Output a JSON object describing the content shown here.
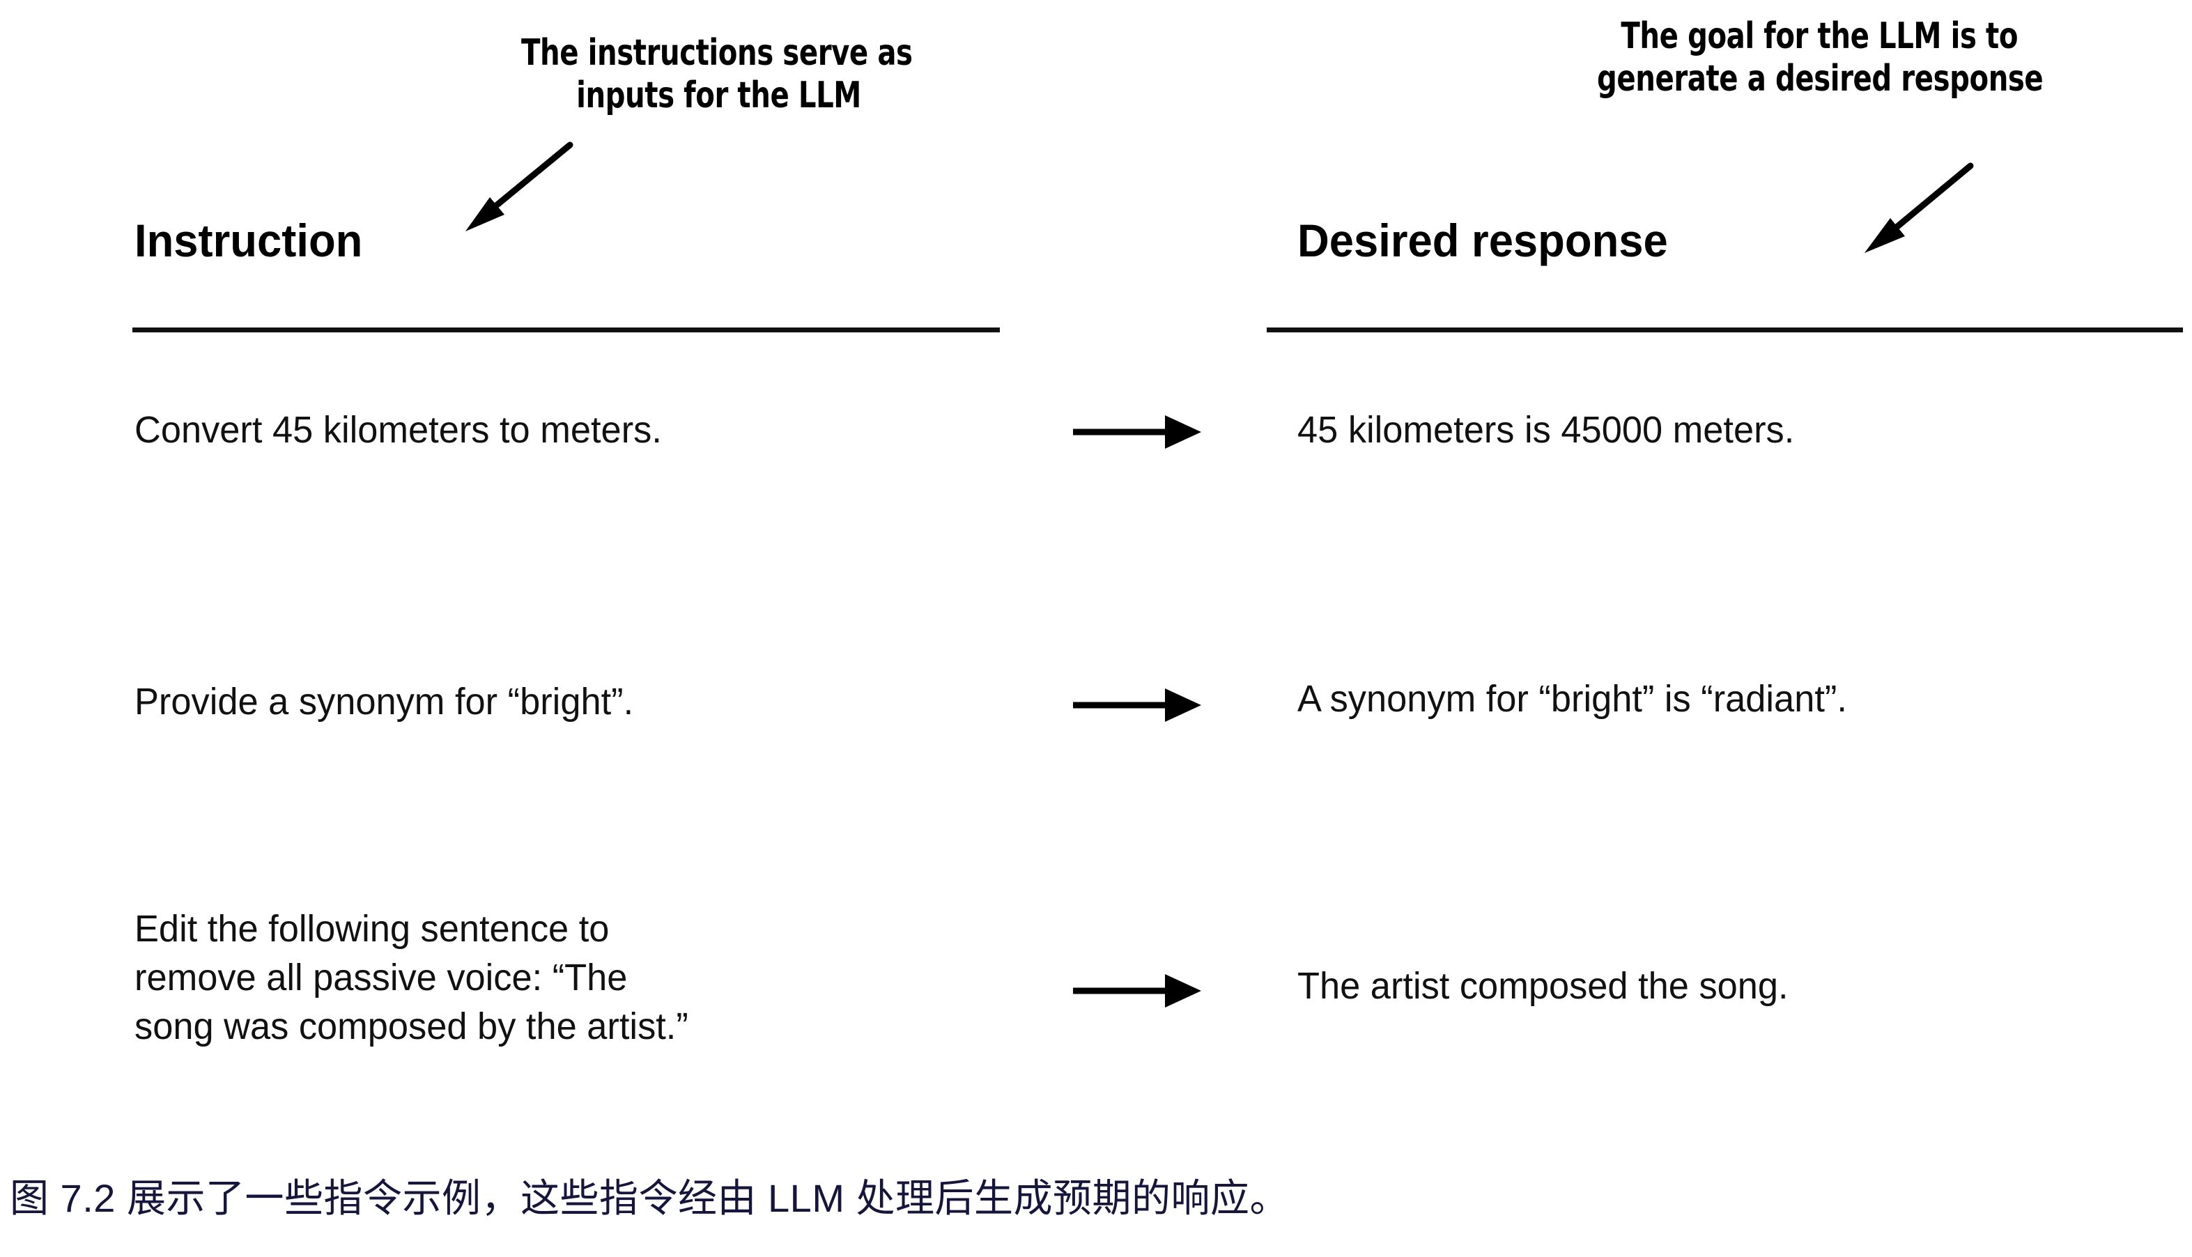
{
  "figure": {
    "columns": {
      "left_heading": "Instruction",
      "right_heading": "Desired response"
    },
    "annotations": {
      "left": {
        "line1": "The instructions serve as",
        "line2": "inputs for the LLM",
        "arrow": "annotation-arrow-left"
      },
      "right": {
        "line1": "The goal for the LLM is to",
        "line2": "generate a desired response",
        "arrow": "annotation-arrow-right"
      }
    },
    "rows": [
      {
        "instruction_lines": [
          "Convert 45 kilometers to meters."
        ],
        "response_lines": [
          "45 kilometers is 45000 meters."
        ],
        "connector": "right-arrow"
      },
      {
        "instruction_lines": [
          "Provide a synonym for “bright”."
        ],
        "response_lines": [
          "A synonym for “bright” is “radiant”."
        ],
        "connector": "right-arrow"
      },
      {
        "instruction_lines": [
          "Edit the following sentence to",
          "remove all passive voice: “The",
          "song was composed by the artist.”"
        ],
        "response_lines": [
          "The artist composed the song."
        ],
        "connector": "right-arrow"
      }
    ],
    "caption": "图 7.2 展示了一些指令示例，这些指令经由 LLM 处理后生成预期的响应。",
    "colors": {
      "background": "#ffffff",
      "text": "#111111",
      "rule": "#111111",
      "arrow": "#000000",
      "caption": "#16163c"
    }
  }
}
